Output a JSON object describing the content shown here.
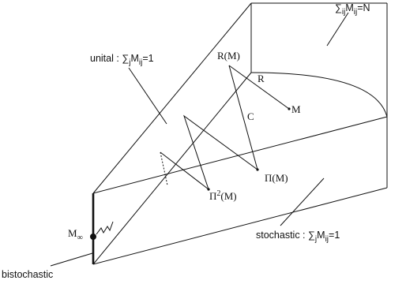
{
  "labels": {
    "sum_n": {
      "sym": "∑",
      "sub": "ij",
      "text": "M",
      "text_sub": "ij",
      "rhs": "=N"
    },
    "unital": {
      "prefix": "unital : ",
      "sym": "∑",
      "sub": "j",
      "text": "M",
      "text_sub": "ij",
      "rhs": "=1"
    },
    "stochastic": {
      "prefix": "stochastic : ",
      "sym": "∑",
      "sub": "j",
      "text": "M",
      "text_sub": "ij",
      "rhs": "=1"
    },
    "bistochastic": "bistochastic",
    "r_of_m": "R(M)",
    "r": "R",
    "m": "M",
    "c": "C",
    "pi_of_m": "Π(M)",
    "pi2": {
      "base": "Π",
      "sup": "2",
      "rest": "(M)"
    },
    "m_inf": {
      "base": "M",
      "sub": "∞"
    }
  }
}
